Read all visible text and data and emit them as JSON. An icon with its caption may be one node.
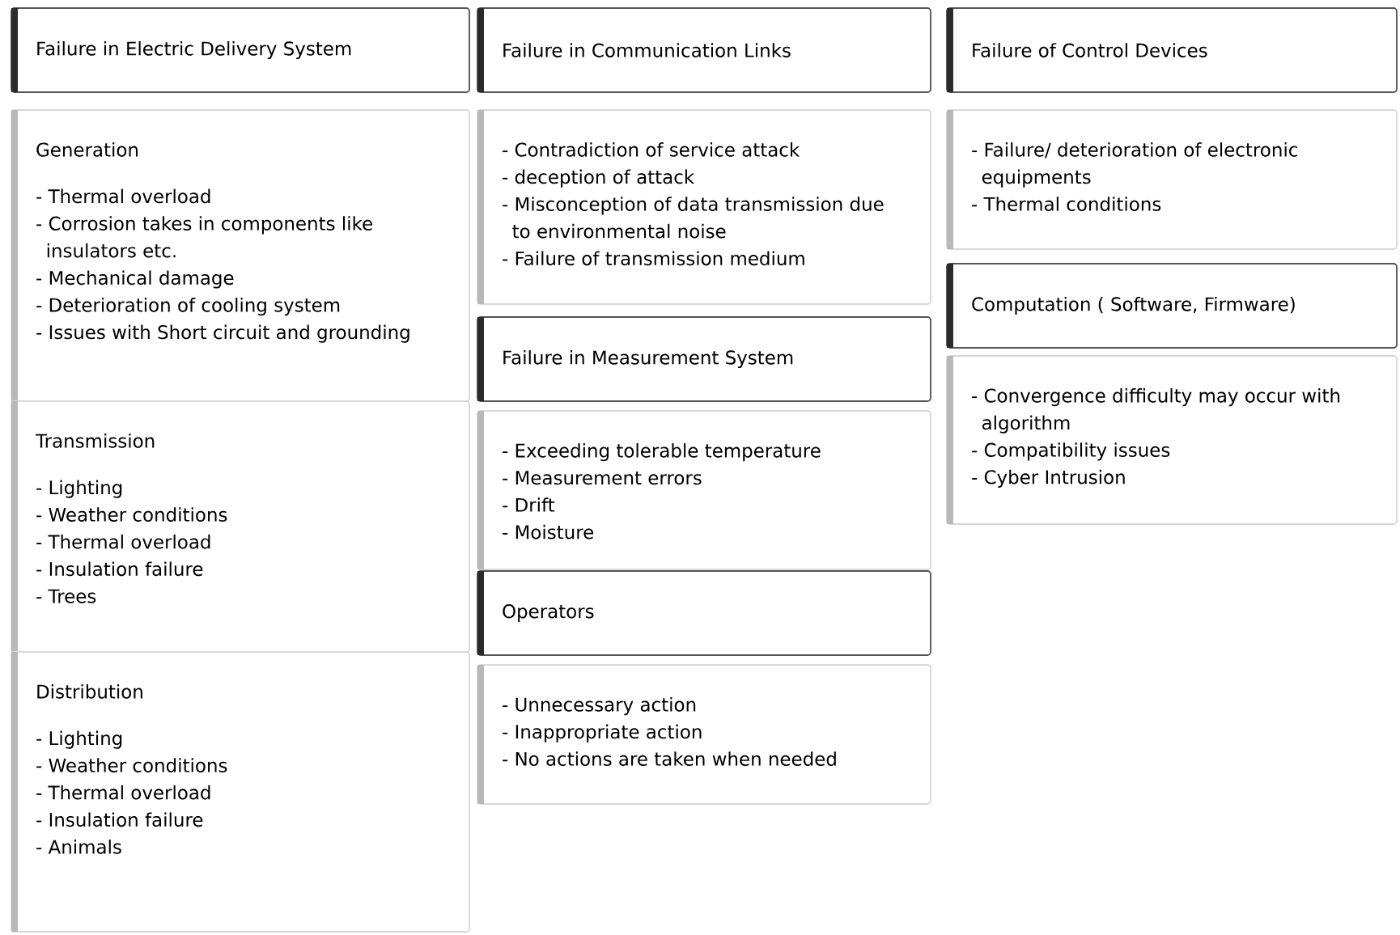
{
  "diagram": {
    "nodes": [
      {
        "text": [
          "Failure in Electric Delivery System"
        ]
      },
      {
        "text": [
          "Generation",
          "- Thermal overload",
          "- Corrosion takes in components like insulators etc.",
          "- Mechanical damage",
          "- Deterioration  of cooling system",
          "- Issues with Short circuit and grounding"
        ]
      },
      {
        "text": [
          "Transmission",
          "- Lighting",
          "- Weather conditions",
          "- Thermal overload",
          "- Insulation failure",
          "- Trees"
        ]
      },
      {
        "text": [
          "Distribution",
          "- Lighting",
          "- Weather conditions",
          "- Thermal overload",
          "- Insulation failure",
          "- Animals"
        ]
      },
      {
        "text": [
          "Failure in Communication Links"
        ]
      },
      {
        "text": [
          "- Contradiction of service attack",
          "- deception of attack",
          "- Misconception of data transmission due to environmental noise",
          "- Failure of transmission medium"
        ]
      },
      {
        "text": [
          "Failure in Measurement System"
        ]
      },
      {
        "text": [
          "- Exceeding tolerable temperature",
          "- Measurement errors",
          "- Drift",
          "- Moisture"
        ]
      },
      {
        "text": [
          "Operators"
        ]
      },
      {
        "text": [
          "- Unnecessary action",
          "- Inappropriate action",
          "- No actions are taken when needed"
        ]
      },
      {
        "text": [
          "Failure of Control Devices"
        ]
      },
      {
        "text": [
          "- Failure/ deterioration of electronic equipments",
          "- Thermal conditions"
        ]
      },
      {
        "text": [
          "Computation ( Software, Firmware)"
        ]
      },
      {
        "text": [
          "- Convergence difficulty may occur with algorithm",
          "- Compatibility issues",
          "- Cyber Intrusion"
        ]
      }
    ]
  }
}
